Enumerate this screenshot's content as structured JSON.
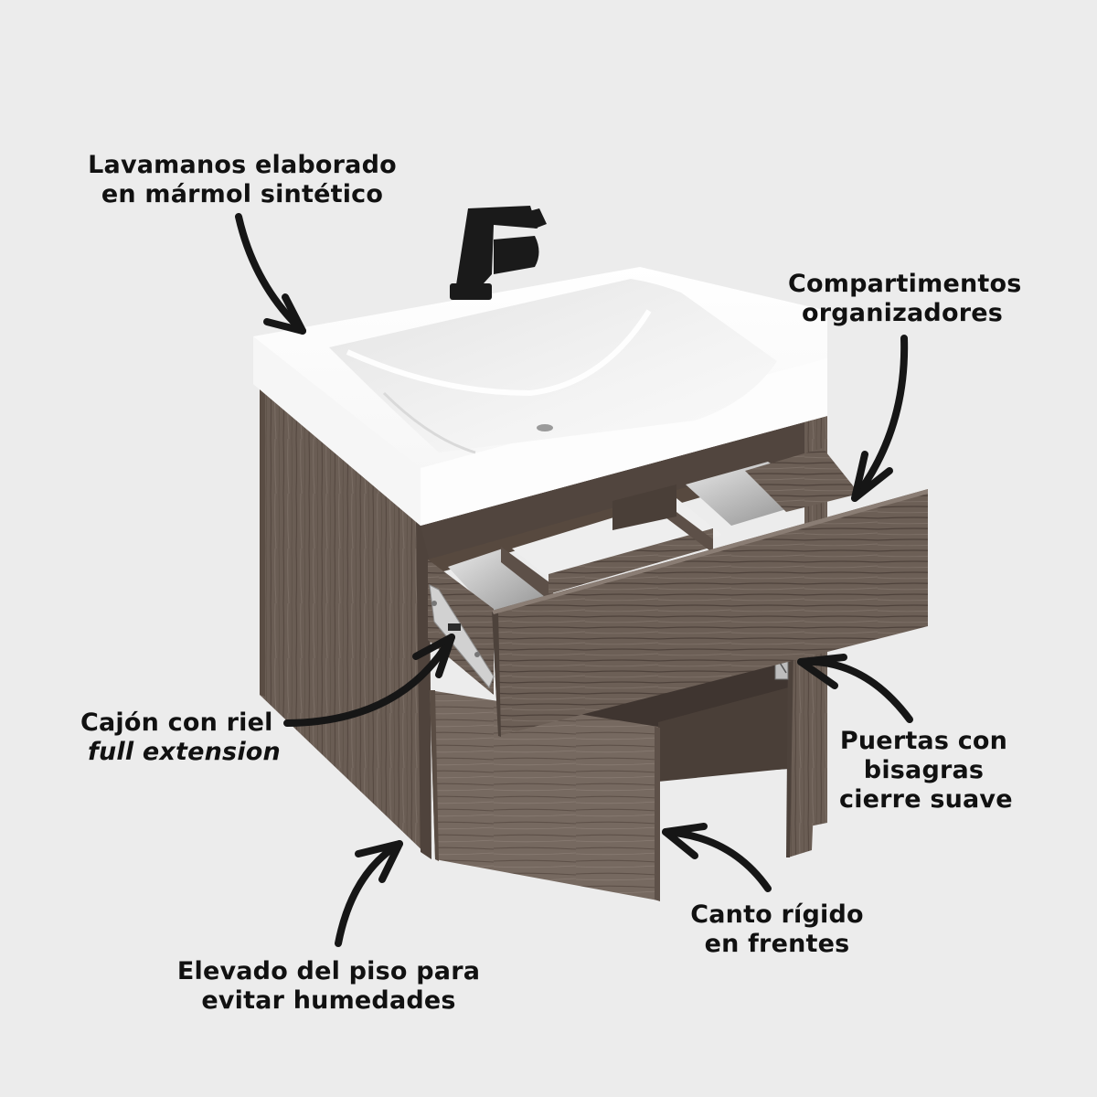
{
  "colors": {
    "background": "#ececec",
    "text": "#111111",
    "arrow": "#161616",
    "wood_dark": "#5a4d44",
    "wood_mid": "#6e6158",
    "wood_light": "#857870",
    "wood_inner": "#4a3f38",
    "basin_white": "#fbfbfb",
    "basin_shadow": "#dedede",
    "faucet": "#1a1a1a",
    "rail_metal": "#c8c8c8"
  },
  "product": {
    "name": "floating bathroom vanity with sink",
    "parts": [
      "basin",
      "faucet",
      "open drawer",
      "drawer organizer compartments",
      "full-extension drawer rail",
      "left door (open)",
      "right door (open)",
      "soft-close hinge",
      "cabinet side panel"
    ]
  },
  "callouts": {
    "lavamanos": {
      "lines": [
        "Lavamanos elaborado",
        "en mármol sintético"
      ]
    },
    "compartimentos": {
      "lines": [
        "Compartimentos",
        "organizadores"
      ]
    },
    "cajon": {
      "lines": [
        "Cajón con riel"
      ],
      "italic": "full extension"
    },
    "puertas": {
      "lines": [
        "Puertas con",
        "bisagras",
        "cierre suave"
      ]
    },
    "canto": {
      "lines": [
        "Canto rígido",
        "en frentes"
      ]
    },
    "elevado": {
      "lines": [
        "Elevado del piso para",
        "evitar humedades"
      ]
    }
  }
}
